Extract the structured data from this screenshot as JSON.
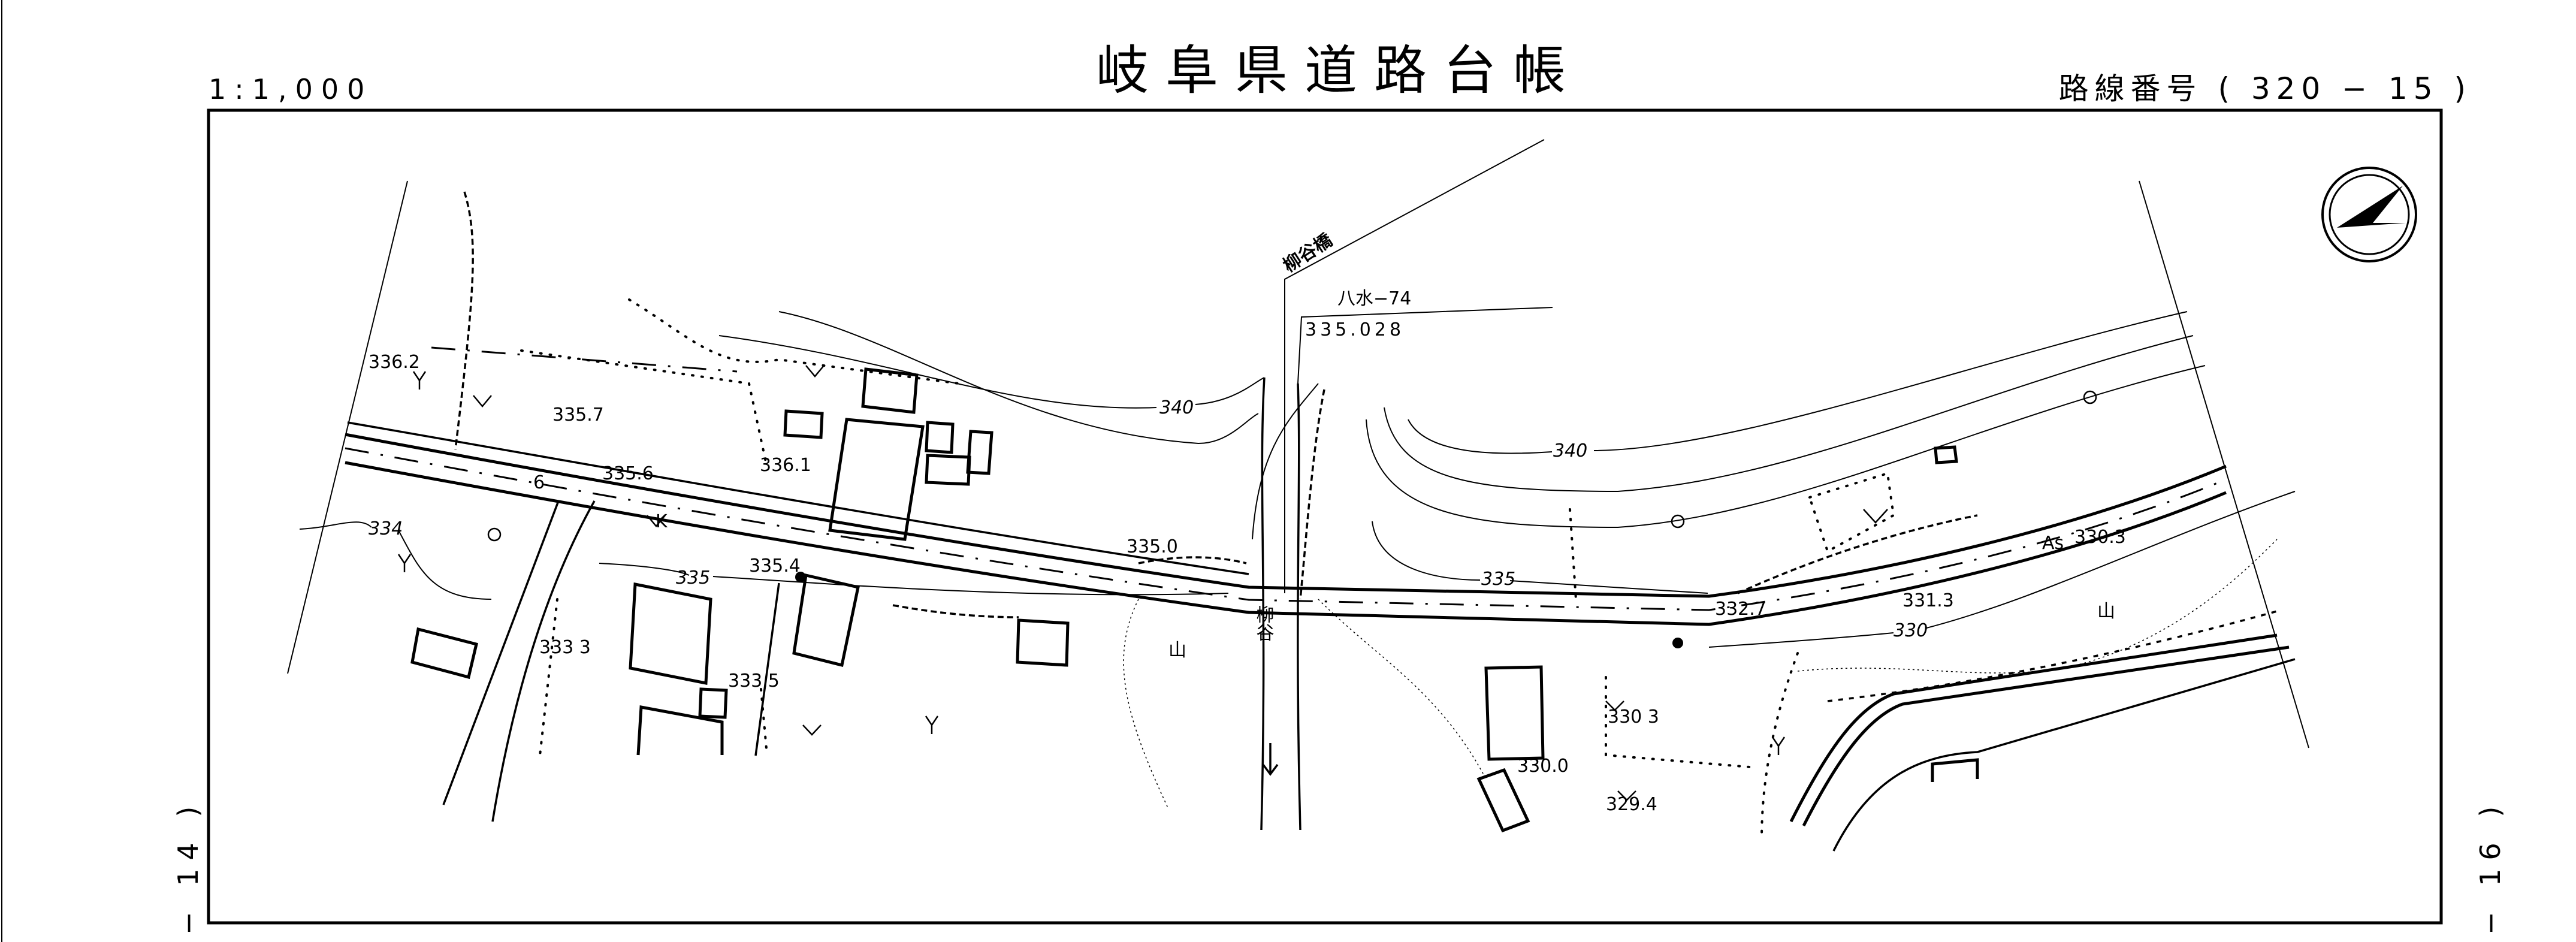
{
  "header": {
    "title": "岐阜県道路台帳",
    "scale": "1:1,000",
    "route_number": "路線番号 ( 320 − 15 )",
    "left_sheet_ref": "− 14 )",
    "right_sheet_ref": "− 16 )"
  },
  "map": {
    "bridge_name": "柳谷橋",
    "benchmark_id": "八水−74",
    "benchmark_elevation": "335.028",
    "stream_name": "柳谷",
    "pavement": "As",
    "road_letter_k": "K",
    "road_width_6": "6",
    "contour_labels": [
      "340",
      "340",
      "335",
      "335",
      "334",
      "330"
    ],
    "spot_elevations": [
      "336.2",
      "335.7",
      "335.6",
      "336.1",
      "335.4",
      "333 3",
      "333.5",
      "335.0",
      "330 3",
      "330.0",
      "329.4",
      "332.7",
      "331.3",
      "330.3"
    ]
  }
}
